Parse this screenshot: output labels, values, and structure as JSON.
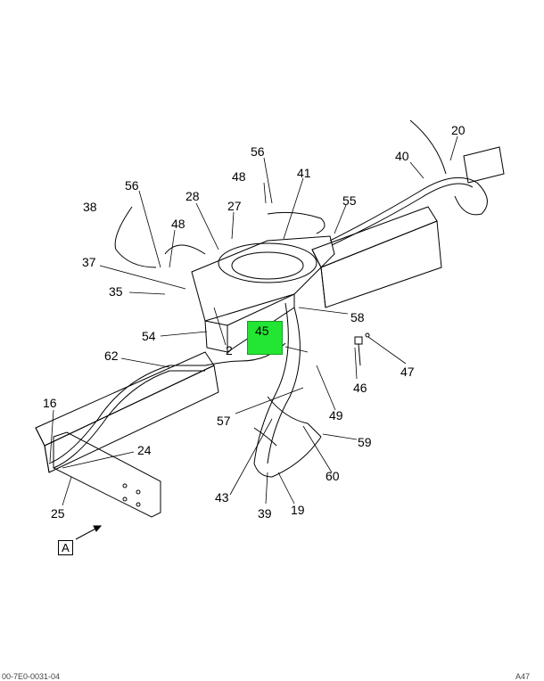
{
  "diagram": {
    "callouts": [
      "20",
      "40",
      "56",
      "41",
      "48",
      "55",
      "56",
      "28",
      "27",
      "38",
      "48",
      "37",
      "35",
      "58",
      "54",
      "2",
      "45",
      "62",
      "47",
      "46",
      "49",
      "57",
      "16",
      "24",
      "59",
      "60",
      "25",
      "43",
      "39",
      "19"
    ],
    "highlighted_callout": "45",
    "view_label": "A",
    "footer_left": "00-7E0-0031-04",
    "footer_right": "A47",
    "colors": {
      "highlight": "#22e633",
      "line": "#000000",
      "background": "#ffffff"
    }
  }
}
